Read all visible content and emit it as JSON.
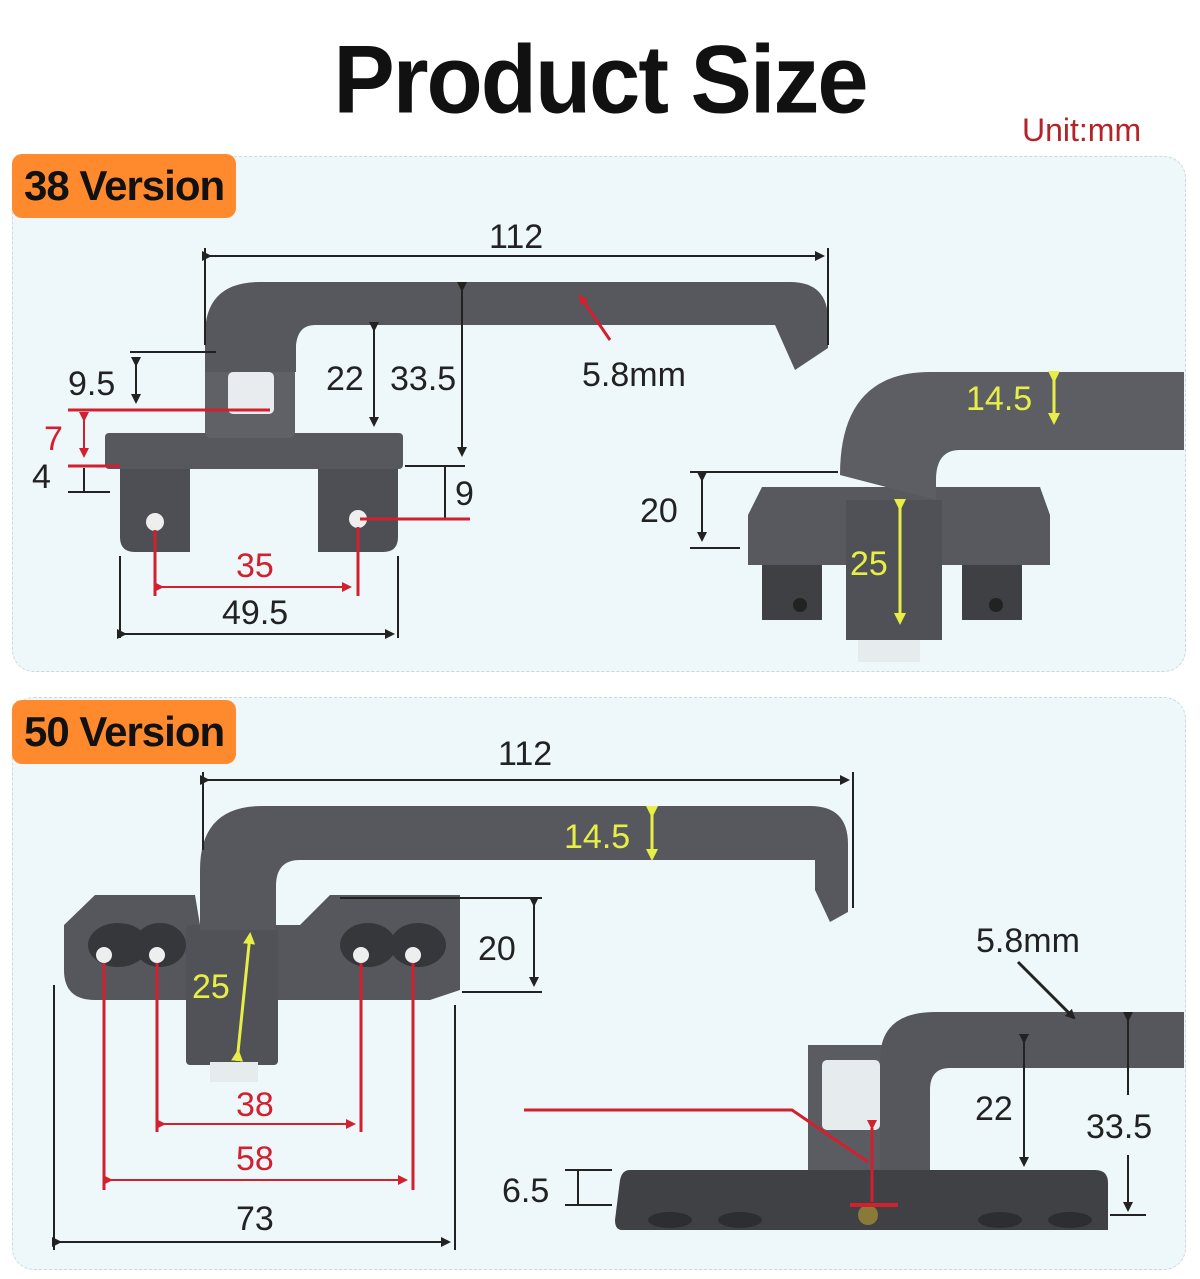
{
  "title": "Product Size",
  "unit": "Unit:mm",
  "versions": [
    {
      "label": "38 Version",
      "dims": {
        "length": "112",
        "d9_5": "9.5",
        "d7": "7",
        "d4": "4",
        "d22": "22",
        "d33_5": "33.5",
        "d9": "9",
        "thickness": "5.8mm",
        "hole_spacing": "35",
        "base_width": "49.5",
        "handle_width": "14.5",
        "height20": "20",
        "stem25": "25"
      }
    },
    {
      "label": "50 Version",
      "dims": {
        "length": "112",
        "handle_width": "14.5",
        "height20": "20",
        "stem25": "25",
        "hole38": "38",
        "hole58": "58",
        "base73": "73",
        "thickness": "5.8mm",
        "d22": "22",
        "d33_5": "33.5",
        "d6_5": "6.5"
      }
    }
  ],
  "colors": {
    "handle": "#56585d",
    "red_dim": "#d2202f",
    "yellow_dim": "#e7ef47",
    "tag": "#ff8a2e",
    "panel": "#eef8fb",
    "unit_text": "#b4232a"
  }
}
